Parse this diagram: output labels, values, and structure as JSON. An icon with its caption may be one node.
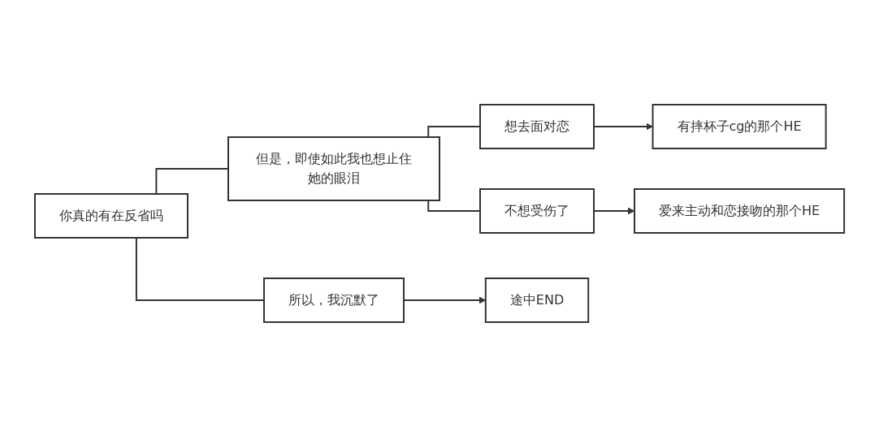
{
  "diagram": {
    "nodes": [
      {
        "text": [
          "你真的有在反省吗"
        ]
      },
      {
        "text": [
          "但是，即使如此我也想止住她的眼泪"
        ]
      },
      {
        "text": [
          "所以，我沉默了"
        ]
      },
      {
        "text": [
          "想去面对恋"
        ]
      },
      {
        "text": [
          "不想受伤了"
        ]
      },
      {
        "text": [
          "有摔杯子cg的那个HE"
        ]
      },
      {
        "text": [
          "爱来主动和恋接吻的那个HE"
        ]
      },
      {
        "text": [
          "途中END"
        ]
      }
    ],
    "edges": [
      {
        "from": 0,
        "to": 1,
        "arrow": "none"
      },
      {
        "from": 0,
        "to": 2,
        "arrow": "none"
      },
      {
        "from": 1,
        "to": 3,
        "arrow": "none"
      },
      {
        "from": 1,
        "to": 4,
        "arrow": "none"
      },
      {
        "from": 3,
        "to": 5,
        "arrow": "to"
      },
      {
        "from": 4,
        "to": 6,
        "arrow": "to"
      },
      {
        "from": 2,
        "to": 7,
        "arrow": "to"
      }
    ]
  }
}
